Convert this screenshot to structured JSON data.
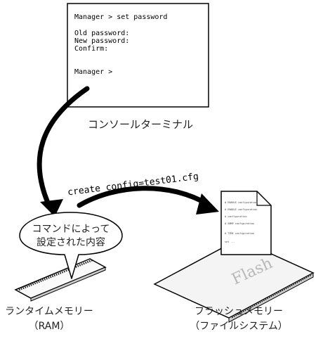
{
  "terminal": {
    "prompt_command": "Manager > set password",
    "fields": [
      "Old password:",
      "New password:",
      "Confirm:"
    ],
    "prompt_end": "Manager >"
  },
  "labels": {
    "console": "コンソールターミナル",
    "ram_title": "ランタイムメモリー",
    "ram_sub": "（RAM）",
    "flash_title": "フラッシュメモリー",
    "flash_sub": "（ファイルシステム）",
    "flash_chip_text": "Flash"
  },
  "bubble": {
    "line1": "コマンドによって",
    "line2": "設定された内容"
  },
  "command": {
    "text": "create config=test01.cfg"
  },
  "document": {
    "lines": [
      "# ENABLE configuration",
      "# ENABLE configuration",
      "# configuration",
      "# SNMP configuration",
      "# TIME configuration",
      "set ..."
    ]
  }
}
